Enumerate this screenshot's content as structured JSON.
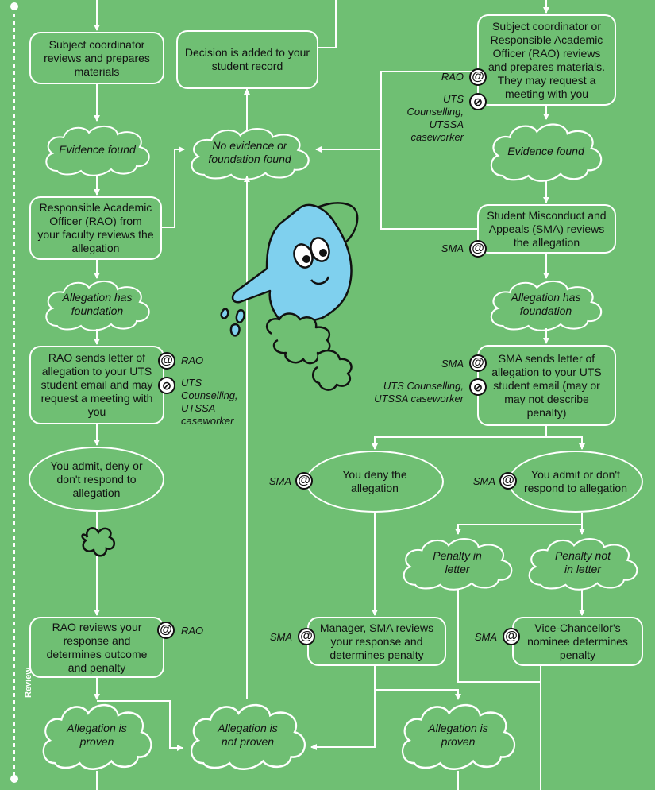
{
  "colors": {
    "background": "#6fbf73",
    "line": "#ffffff",
    "mascot": "#7fd0ee",
    "text": "#111111"
  },
  "section_label": "Review",
  "left": {
    "coordinator": "Subject coordinator reviews and prepares materials",
    "evidence_found": "Evidence found",
    "rao_review": "Responsible Academic Officer (RAO) from your faculty reviews the allegation",
    "allegation_foundation": "Allegation has foundation",
    "rao_letter": "RAO sends letter of allegation to your UTS student email and may request a meeting with you",
    "rao_letter_badge_1": "RAO",
    "rao_letter_badge_2": "UTS Counselling, UTSSA caseworker",
    "respond": "You admit, deny or don't respond to allegation",
    "rao_outcome": "RAO reviews your response and determines outcome and penalty",
    "rao_outcome_badge": "RAO",
    "proven": "Allegation is proven"
  },
  "center": {
    "decision": "Decision is added to your student record",
    "no_evidence": "No evidence or foundation found",
    "not_proven": "Allegation is not proven"
  },
  "right": {
    "coordinator": "Subject coordinator or Responsible Academic Officer (RAO) reviews and prepares materials. They may request a meeting with you",
    "coordinator_badge_1": "RAO",
    "coordinator_badge_2": "UTS Counselling, UTSSA caseworker",
    "evidence_found": "Evidence found",
    "sma_review": "Student Misconduct and Appeals (SMA) reviews the allegation",
    "sma_review_badge": "SMA",
    "allegation_foundation": "Allegation has foundation",
    "sma_letter": "SMA sends letter of allegation to your UTS student email (may or may not describe penalty)",
    "sma_letter_badge_1": "SMA",
    "sma_letter_badge_2": "UTS Counselling, UTSSA caseworker",
    "deny": "You deny the allegation",
    "deny_badge": "SMA",
    "admit": "You admit or don't respond to allegation",
    "admit_badge": "SMA",
    "penalty_in_letter": "Penalty in letter",
    "penalty_not_in_letter": "Penalty not in letter",
    "manager": "Manager, SMA reviews your response and determines penalty",
    "manager_badge": "SMA",
    "vc": "Vice-Chancellor's nominee determines penalty",
    "vc_badge": "SMA",
    "proven": "Allegation is proven"
  }
}
